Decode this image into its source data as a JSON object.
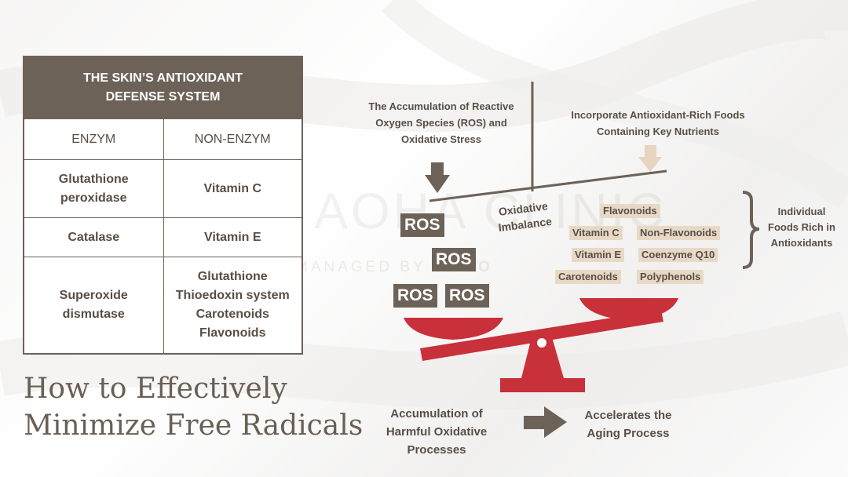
{
  "watermark": {
    "main": "ROHTO AOHA CLINIC",
    "sub_prefix": "MANAGED BY",
    "sub_brand": "ROHTO"
  },
  "table": {
    "header": "THE SKIN’S ANTIOXIDANT DEFENSE SYSTEM",
    "columns": [
      "ENZYM",
      "NON-ENZYM"
    ],
    "rows": [
      {
        "enzym": "Glutathione peroxidase",
        "non_enzym": "Vitamin C"
      },
      {
        "enzym": "Catalase",
        "non_enzym": "Vitamin E"
      },
      {
        "enzym": "Superoxide dismutase",
        "non_enzym": [
          "Glutathione",
          "Thioedoxin system",
          "Carotenoids",
          "Flavonoids"
        ]
      }
    ]
  },
  "title": {
    "line1": "How to Effectively",
    "line2": "Minimize Free Radicals"
  },
  "diagram": {
    "left_caption": "The Accumulation of Reactive Oxygen Species (ROS) and Oxidative Stress",
    "right_caption": "Incorporate Antioxidant-Rich Foods Containing Key Nutrients",
    "beam_label": "Oxidative Imbalance",
    "ros_label": "ROS",
    "foods": [
      "Flavonoids",
      "Vitamin C",
      "Non-Flavonoids",
      "Vitamin E",
      "Coenzyme Q10",
      "Carotenoids",
      "Polyphenols"
    ],
    "bracket_label": "Individual Foods Rich in Antioxidants",
    "bottom_left": "Accumulation of Harmful Oxidative Processes",
    "bottom_right": "Accelerates the Aging Process",
    "colors": {
      "brown": "#6d6257",
      "beige": "#e8d9c6",
      "arrow_light": "#e7d5c0",
      "scale_red": "#c8303a"
    }
  }
}
